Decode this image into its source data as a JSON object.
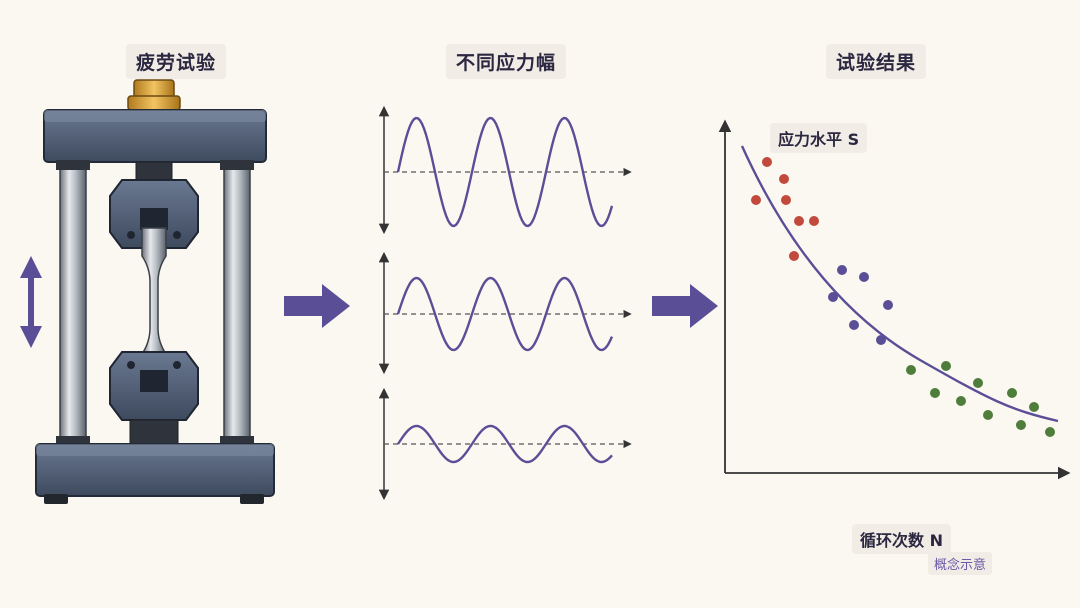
{
  "panels": {
    "left_title": "疲劳试验",
    "middle_title": "不同应力幅",
    "right_title": "试验结果"
  },
  "sn_chart": {
    "y_label": "应力水平 S",
    "x_label": "循环次数 N",
    "note": "概念示意"
  },
  "colors": {
    "purple": "#5a4e96",
    "frame": "#4b5970",
    "red_points": "#c14a3c",
    "purple_points": "#5a4e96",
    "green_points": "#4f7d3b",
    "brass": "#d9a23a"
  }
}
